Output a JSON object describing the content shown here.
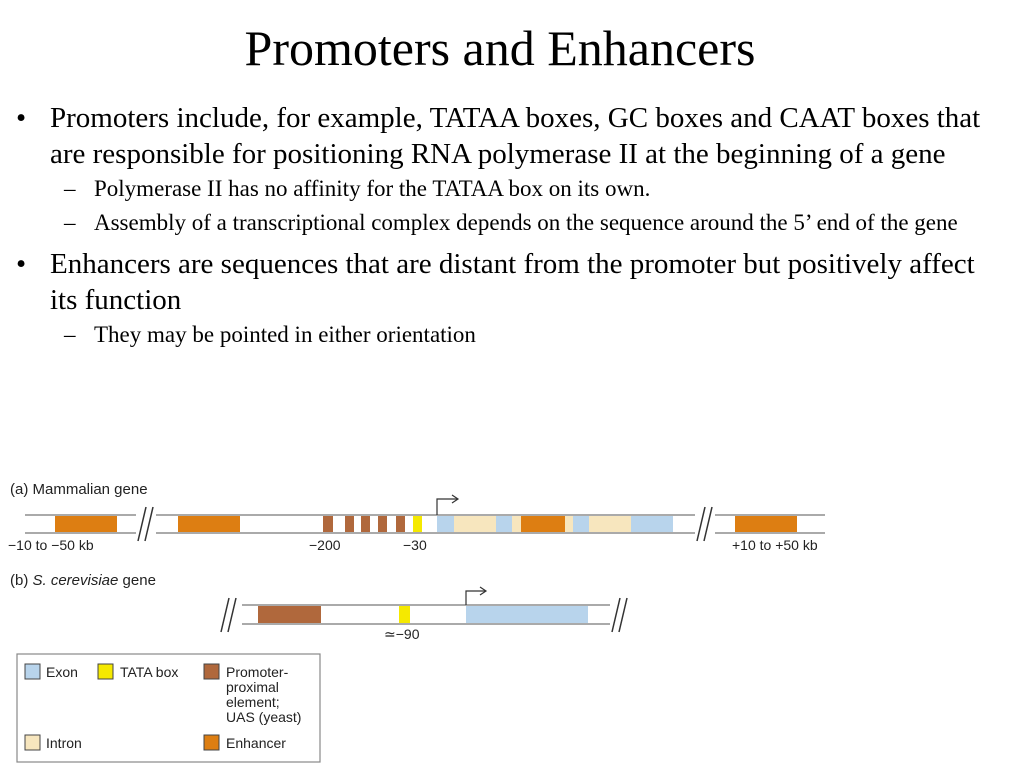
{
  "title": "Promoters and Enhancers",
  "bullets": [
    {
      "text": "Promoters include, for  example,  TATAA boxes, GC boxes and CAAT boxes that are responsible for positioning RNA polymerase II at the beginning of a gene",
      "subs": [
        "Polymerase II has no affinity for the TATAA box on its own.",
        "Assembly of a transcriptional complex depends on the sequence around the 5’ end of the gene"
      ]
    },
    {
      "text": "Enhancers are sequences that are distant from the promoter but positively affect its function",
      "subs": [
        "They may be pointed in either orientation"
      ]
    }
  ],
  "diagram": {
    "panel_a": {
      "label": "(a) Mammalian gene",
      "ticks": [
        "−10 to −50 kb",
        "−200",
        "−30",
        "+10 to +50 kb"
      ]
    },
    "panel_b": {
      "label_prefix": "(b) ",
      "label_italic": "S. cerevisiae",
      "label_suffix": " gene",
      "ticks": [
        "≃−90"
      ]
    },
    "legend": {
      "exon": "Exon",
      "tata": "TATA box",
      "promoter_lines": [
        "Promoter-",
        "proximal",
        "element;",
        "UAS (yeast)"
      ],
      "intron": "Intron",
      "enhancer": "Enhancer"
    },
    "colors": {
      "exon": "#b8d4ec",
      "intron": "#f7e6be",
      "tata": "#f5e900",
      "promoter": "#b0683c",
      "enhancer": "#dd7e12",
      "line": "#777777"
    }
  }
}
